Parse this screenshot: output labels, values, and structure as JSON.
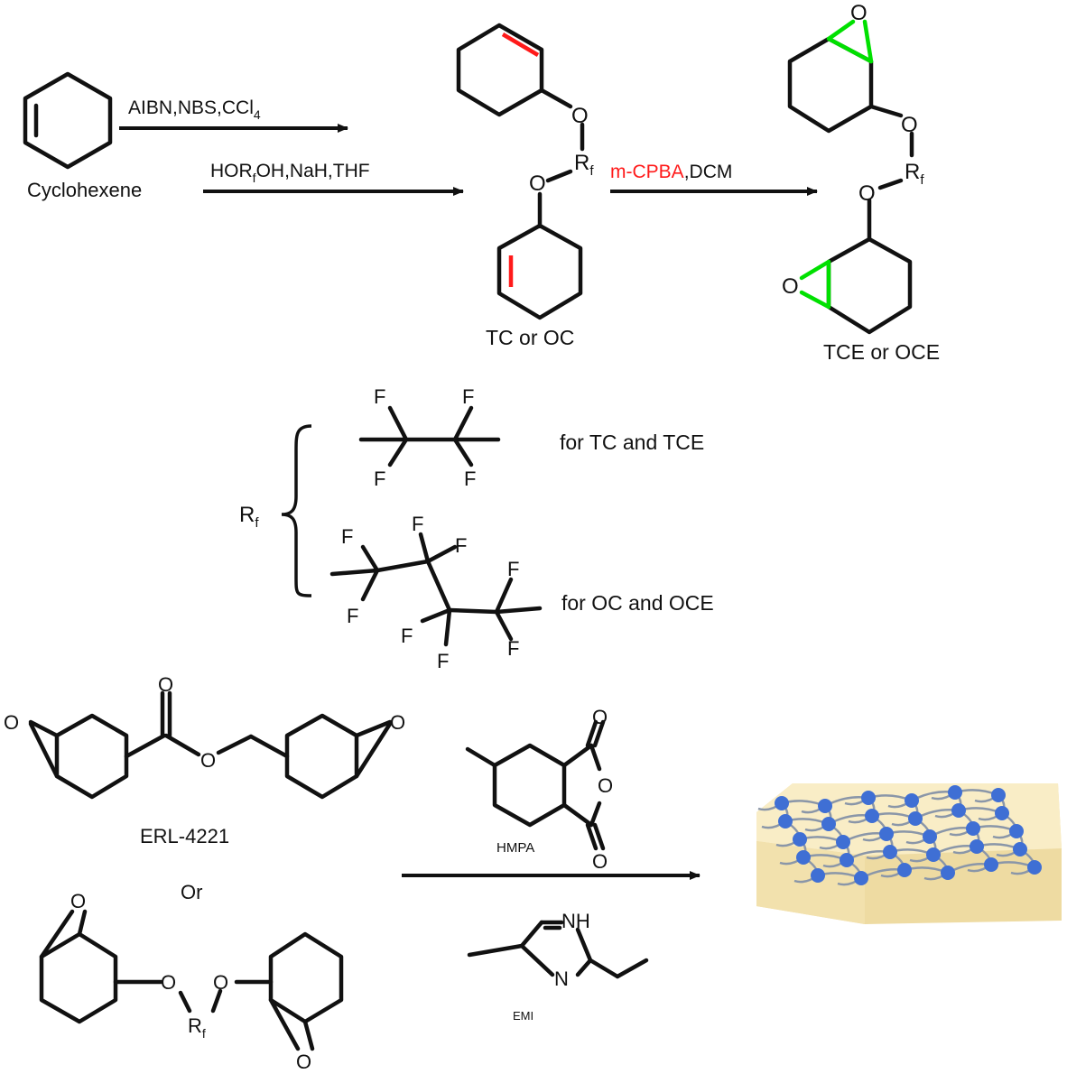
{
  "colors": {
    "ink": "#111111",
    "highlight_red": "#ff1a1a",
    "highlight_green": "#00e000",
    "slab_top": "#f9edc6",
    "slab_side": "#eedba2",
    "node_blue": "#3f6fd4",
    "chain_gray": "#8a96a8"
  },
  "step1": {
    "reagents_top": "AIBN,NBS,CCl",
    "reagents_top_sub": "4",
    "reagents_bottom_a": "HOR",
    "reagents_bottom_sub": "f",
    "reagents_bottom_b": "OH,NaH,THF",
    "start_label": "Cyclohexene"
  },
  "step2": {
    "reagent_red": "m-CPBA",
    "reagent_rest": ",DCM"
  },
  "intermediate": {
    "label": "TC or OC",
    "rf_main": "R",
    "rf_sub": "f",
    "o": "O"
  },
  "product": {
    "label": "TCE or OCE",
    "rf_main": "R",
    "rf_sub": "f",
    "o": "O"
  },
  "rf_definition": {
    "symbol_main": "R",
    "symbol_sub": "f",
    "f": "F",
    "option1_label": "for TC and TCE",
    "option2_label": "for OC and OCE"
  },
  "curing": {
    "erl_name": "ERL-4221",
    "or_label": "Or",
    "hmpa_label": "HMPA",
    "emi_label": "EMI",
    "nh": "NH",
    "n": "N",
    "o": "O",
    "rf_main": "R",
    "rf_sub": "f"
  }
}
